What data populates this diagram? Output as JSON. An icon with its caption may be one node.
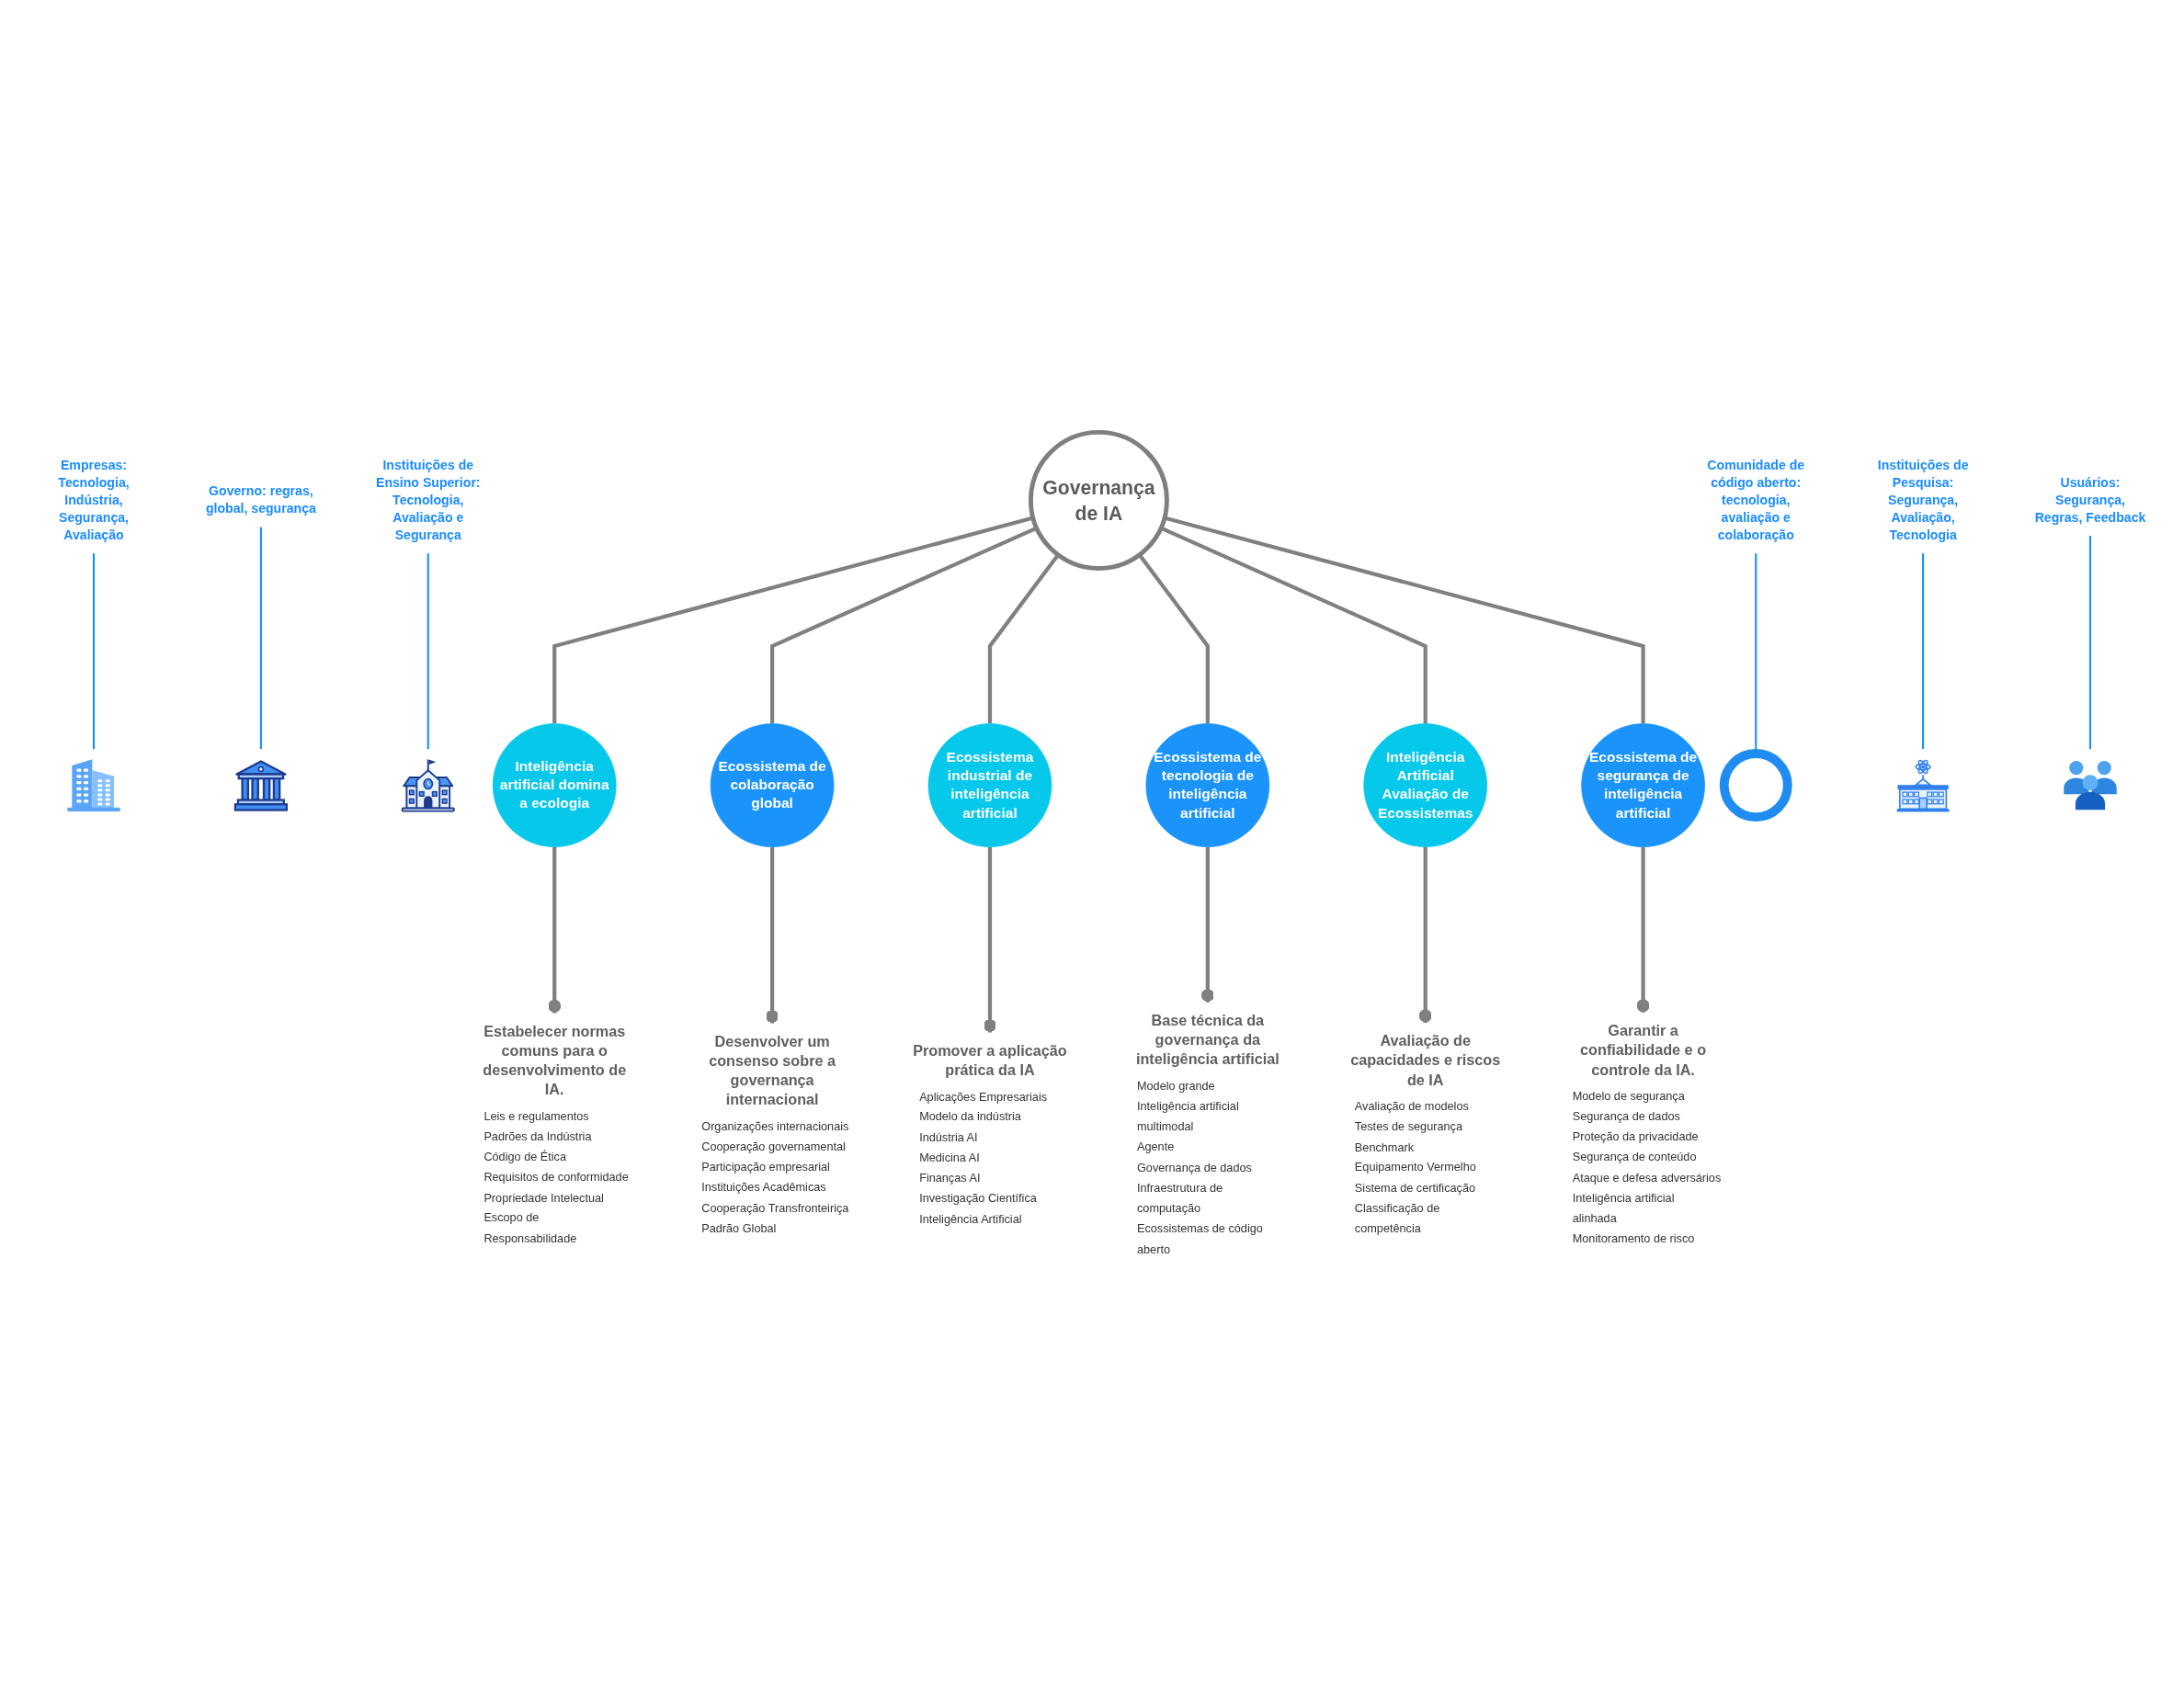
{
  "diagram": {
    "nodes": [
      {
        "text": [
          "Estabelecer normas comuns para o desenvolvimento de IA."
        ],
        "beside": [
          "Leis e regulamentos",
          "Padrões da Indústria",
          "Código de Ética",
          "Requisitos de conformidade",
          "Propriedade Intelectual",
          "Escopo de Responsabilidade"
        ]
      },
      {
        "text": [
          "Garantir a confiabilidade e o controle da IA."
        ],
        "beside": [
          "Modelo de segurança",
          "Segurança de dados",
          "Proteção da privacidade",
          "Segurança de conteúdo",
          "Ataque e defesa adversários",
          "Inteligência artificial alinhada",
          "Monitoramento de risco"
        ]
      },
      {
        "text": [
          "Desenvolver um consenso sobre a governança internacional"
        ],
        "beside": [
          "Organizações internacionais",
          "Cooperação governamental",
          "Participação empresarial",
          "Instituições Acadêmicas",
          "Cooperação Transfronteiriça",
          "Padrão Global"
        ]
      },
      {
        "text": [
          "Inteligência artificial domina a ecologia"
        ]
      },
      {
        "text": [
          "Empresas: Tecnologia, Indústria, Segurança, Avaliação"
        ]
      },
      {
        "text": [
          "Governo: regras, global, segurança"
        ]
      },
      {
        "text": [
          "Ecossistema de segurança de inteligência artificial"
        ]
      },
      {
        "text": [],
        "shape": "picture"
      },
      {
        "text": [],
        "shape": "picture"
      },
      {
        "text": [
          "Ecossistema de colaboração global"
        ]
      },
      {
        "text": [
          "Instituições de Ensino Superior: Tecnologia, Avaliação e Segurança"
        ]
      },
      {
        "text": [],
        "shape": "picture"
      },
      {
        "text": [
          "Governança de IA"
        ]
      },
      {
        "text": [],
        "shape": "circle"
      },
      {
        "text": [
          "Comunidade de código aberto: tecnologia, avaliação e colaboração"
        ]
      },
      {
        "text": [
          "Inteligência Artificial Avaliação de Ecossistemas"
        ]
      },
      {
        "text": [],
        "shape": "picture"
      },
      {
        "text": [],
        "shape": "picture"
      },
      {
        "text": [
          "Ecossistema industrial de inteligência artificial"
        ]
      },
      {
        "text": [
          "Instituições de Pesquisa: Segurança, Avaliação, Tecnologia"
        ]
      },
      {
        "text": [
          "Ecossistema de tecnologia de inteligência artificial"
        ]
      },
      {
        "text": [
          "Usuários: Segurança, Regras, Feedback"
        ]
      },
      {
        "text": [
          "Avaliação de capacidades e riscos de IA"
        ],
        "beside": [
          "Avaliação de modelos",
          "Testes de segurança",
          "Benchmark",
          "Equipamento Vermelho",
          "Sistema de certificação",
          "Classificação de competência"
        ]
      },
      {
        "text": [
          "Promover a aplicação prática da IA"
        ],
        "beside": [
          "Aplicações Empresariais",
          "Modelo da indústria",
          "Indústria AI",
          "Medicina AI",
          "Finanças AI",
          "Investigação Científica Inteligência Artificial"
        ]
      },
      {
        "text": [
          "Base técnica da governança da inteligência artificial"
        ],
        "beside": [
          "Modelo grande",
          "Inteligência artificial multimodal",
          "Agente",
          "Governança de dados",
          "Infraestrutura de computação",
          "Ecossistemas de código aberto"
        ]
      }
    ],
    "edges": [
      {
        "from": 12,
        "to": 3,
        "arrow": "none"
      },
      {
        "from": 12,
        "to": 9,
        "arrow": "none"
      },
      {
        "from": 12,
        "to": 18,
        "arrow": "none"
      },
      {
        "from": 12,
        "to": 20,
        "arrow": "none"
      },
      {
        "from": 12,
        "to": 15,
        "arrow": "none"
      },
      {
        "from": 12,
        "to": 6,
        "arrow": "none"
      },
      {
        "from": 3,
        "to": 0,
        "arrow": "other"
      },
      {
        "from": 9,
        "to": 2,
        "arrow": "other"
      },
      {
        "from": 18,
        "to": 23,
        "arrow": "other"
      },
      {
        "from": 20,
        "to": 24,
        "arrow": "other"
      },
      {
        "from": 15,
        "to": 22,
        "arrow": "other"
      },
      {
        "from": 6,
        "to": 1,
        "arrow": "other"
      },
      {
        "from": 4,
        "to": 7,
        "arrow": "none",
        "color": "#1890ff"
      },
      {
        "from": 5,
        "to": 8,
        "arrow": "none",
        "color": "#1890ff"
      },
      {
        "from": 14,
        "to": 13,
        "arrow": "none",
        "color": "#1890ff"
      },
      {
        "from": 21,
        "to": 17,
        "arrow": "none",
        "color": "#1890ff"
      },
      {
        "from": 19,
        "to": 16,
        "arrow": "none",
        "color": "#1890ff"
      },
      {
        "from": 10,
        "to": 11,
        "arrow": "none",
        "color": "#1890ff"
      }
    ]
  }
}
